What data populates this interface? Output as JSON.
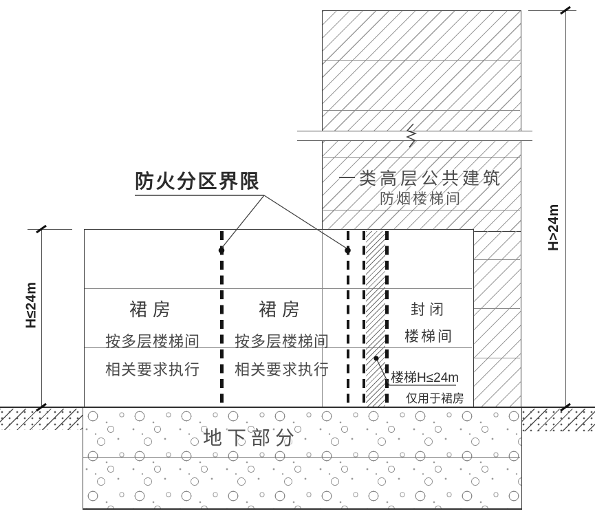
{
  "diagram": {
    "fire_boundary_label": "防火分区界限",
    "tower": {
      "name": "一类高层公共建筑",
      "stair": "防烟楼梯间",
      "height_dim": "H>24m"
    },
    "podium": {
      "height_dim": "H≤24m",
      "sections": [
        {
          "title": "裙房",
          "note1": "按多层楼梯间",
          "note2": "相关要求执行"
        },
        {
          "title": "裙房",
          "note1": "按多层楼梯间",
          "note2": "相关要求执行"
        }
      ]
    },
    "enclosed_stair": {
      "line1": "封闭",
      "line2": "楼梯间"
    },
    "stair_note": {
      "line1": "楼梯H≤24m",
      "line2": "仅用于裙房"
    },
    "underground_label": "地下部分"
  },
  "colors": {
    "outline": "#3f3f3f",
    "hatch": "#9b9b9b",
    "dash_line": "#141414",
    "text": "#3a3a3a",
    "background": "#ffffff"
  }
}
